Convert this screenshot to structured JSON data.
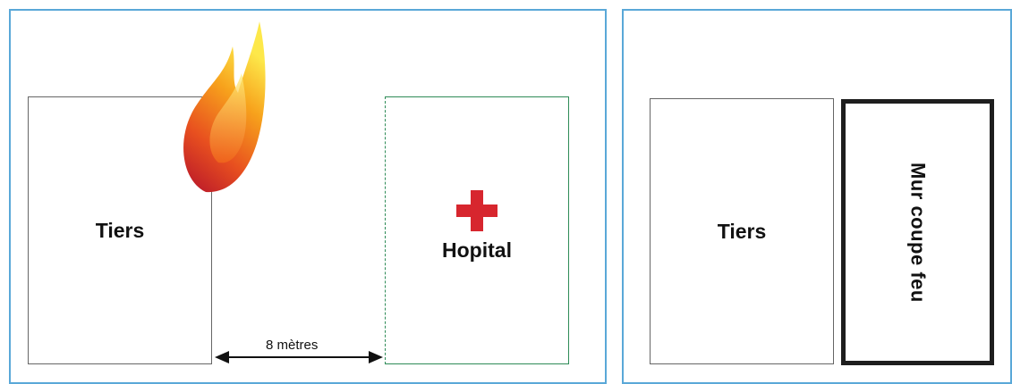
{
  "left_scene": {
    "building_left_label": "Tiers",
    "building_right_label": "Hopital",
    "distance_label": "8 mètres"
  },
  "right_scene": {
    "building_label": "Tiers",
    "wall_label": "Mur coupe feu"
  },
  "icons": [
    "flame-icon",
    "red-cross-icon",
    "double-arrow-icon"
  ],
  "colors": {
    "panel_border": "#5aa8d8",
    "hospital_border": "#2e8b57",
    "cross": "#d7262e",
    "firewall": "#1e1e1e"
  }
}
